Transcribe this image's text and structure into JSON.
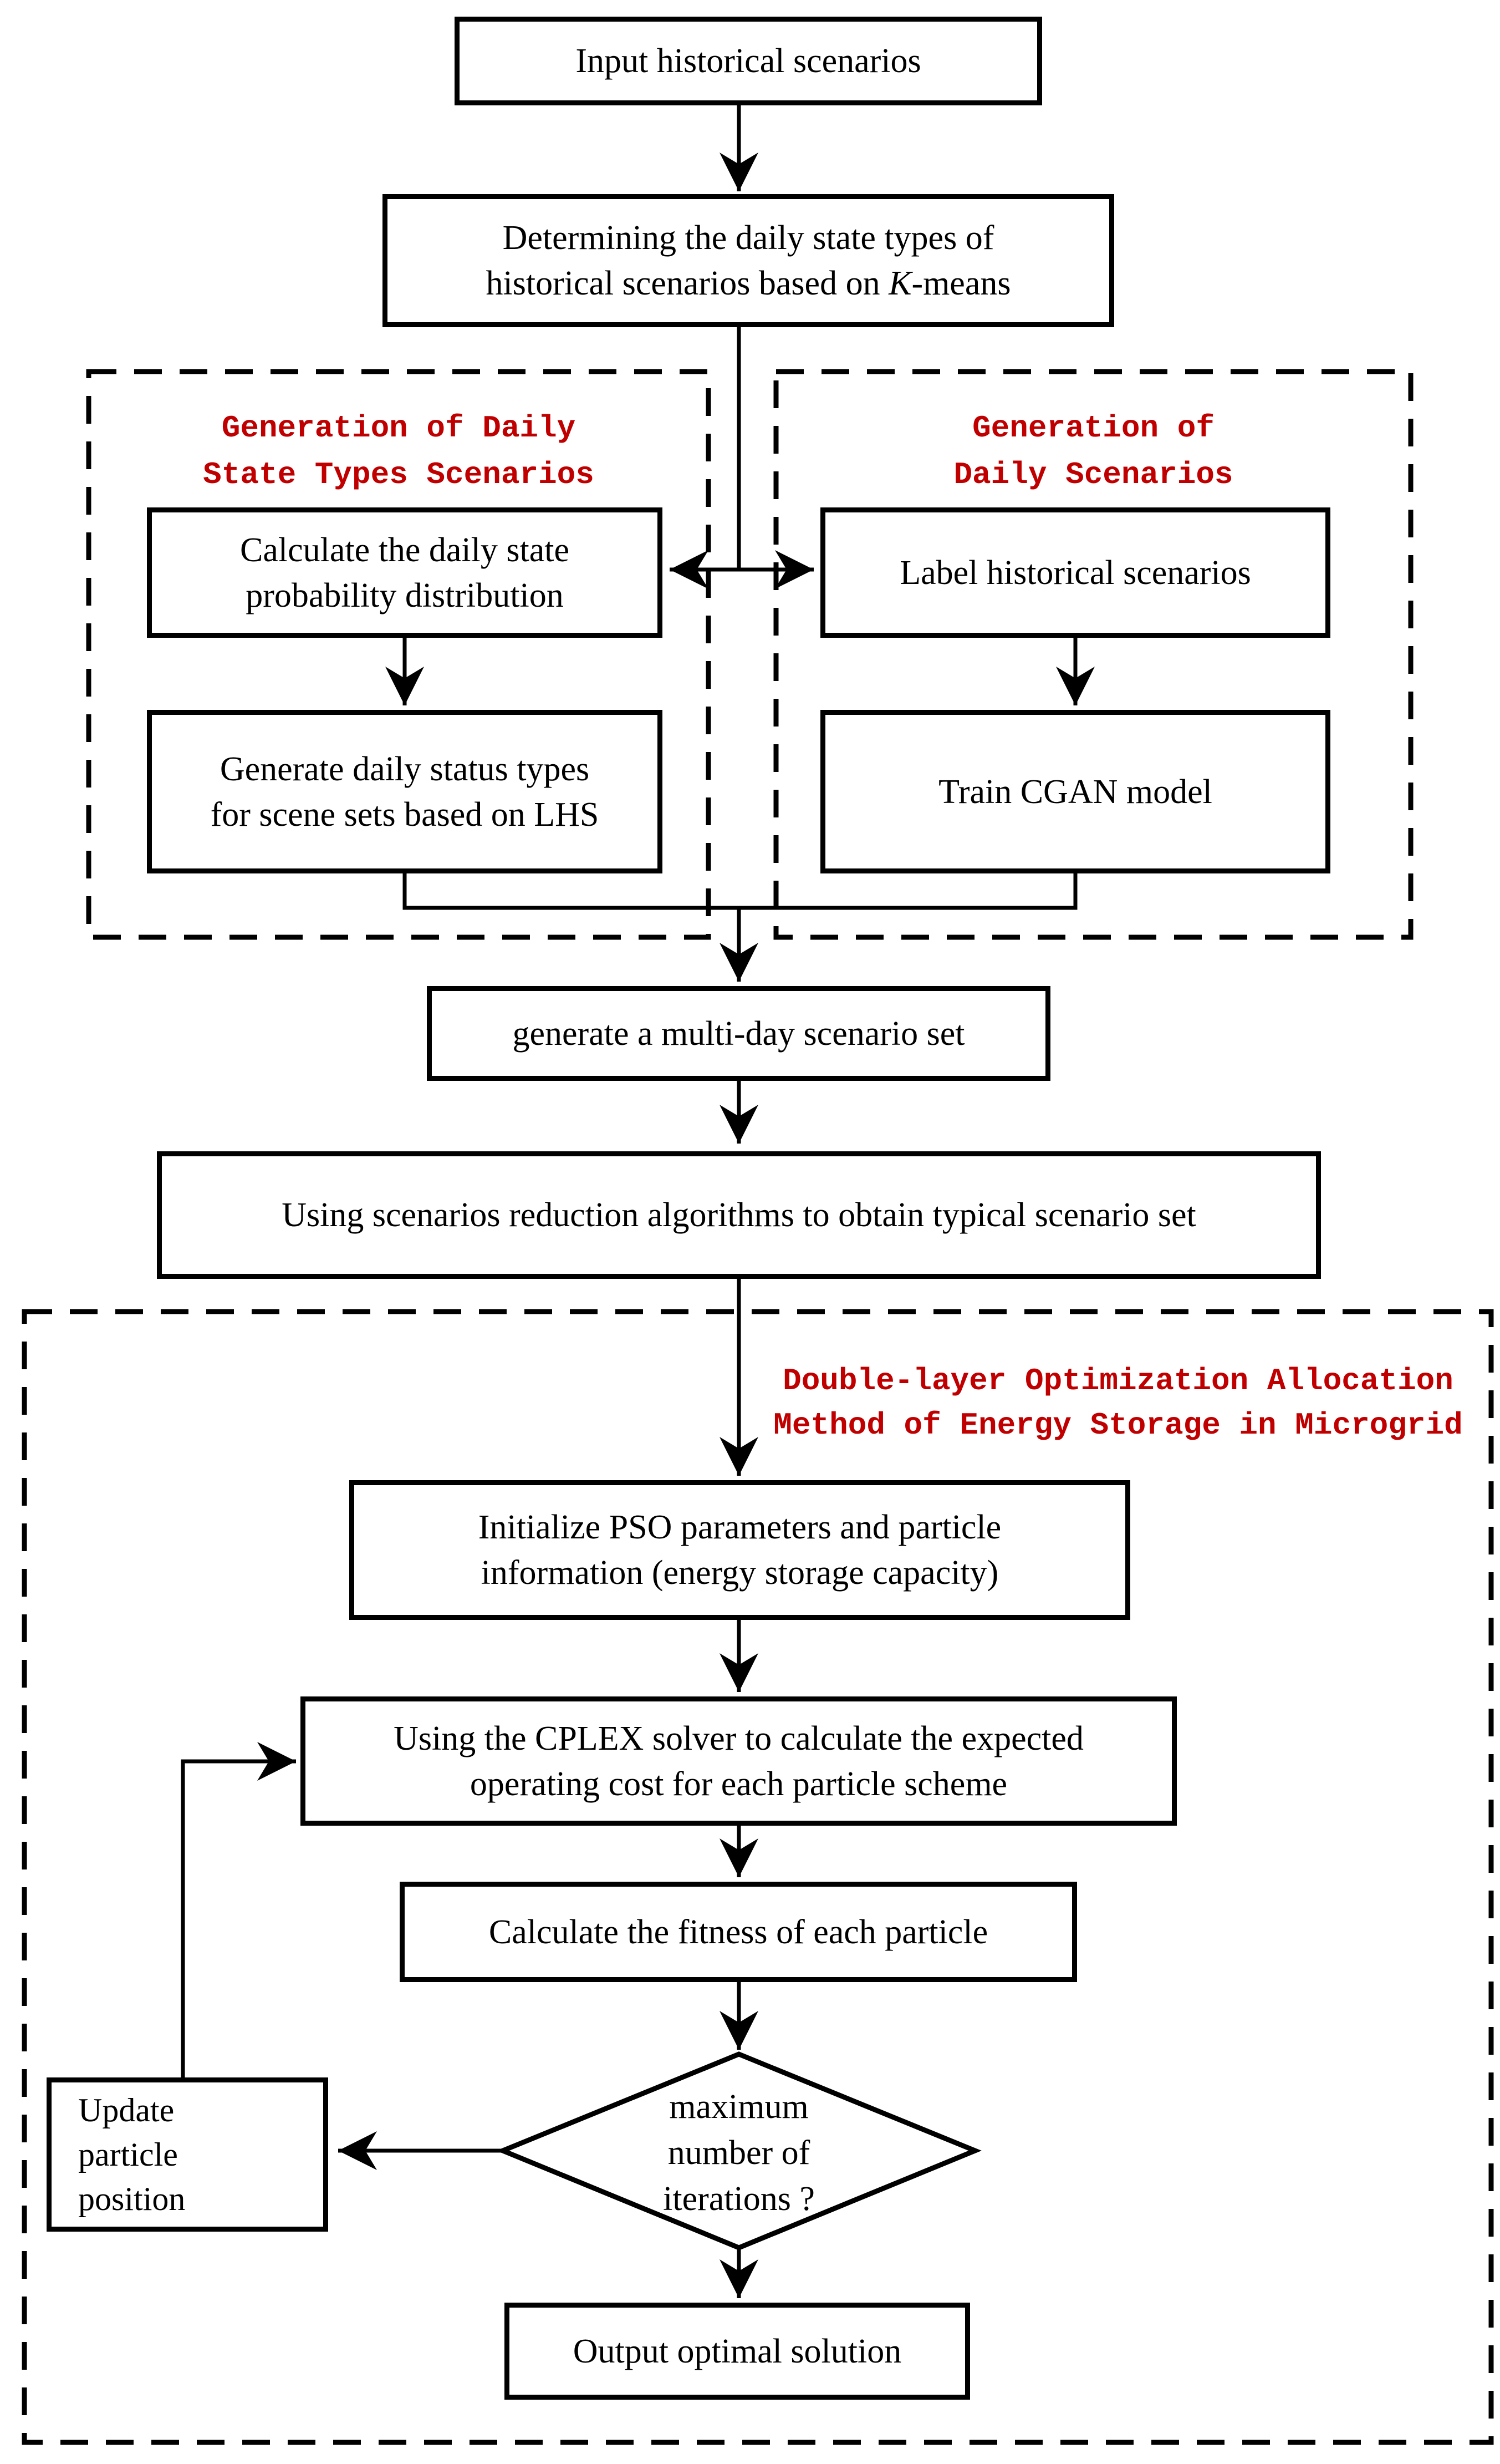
{
  "colors": {
    "accent_red": "#c00000",
    "line_black": "#000000",
    "background": "#ffffff"
  },
  "nodes": {
    "input": {
      "label": "Input historical scenarios"
    },
    "kmeans": {
      "line1": "Determining the daily state types of",
      "line2_pre": "historical scenarios based on ",
      "line2_italic": "K",
      "line2_post": "-means"
    },
    "group_state_types": {
      "title_line1": "Generation of Daily",
      "title_line2": "State Types Scenarios"
    },
    "group_daily": {
      "title_line1": "Generation of",
      "title_line2": "Daily Scenarios"
    },
    "calc_prob": {
      "line1": "Calculate the daily state",
      "line2": "probability distribution"
    },
    "label_hist": {
      "label": "Label historical scenarios"
    },
    "gen_daily_status": {
      "line1": "Generate daily status types",
      "line2": "for scene sets based on LHS"
    },
    "train_cgan": {
      "label": "Train CGAN model"
    },
    "multi_day": {
      "label": "generate a multi-day scenario set"
    },
    "reduction": {
      "label": "Using scenarios reduction algorithms to obtain typical scenario set"
    },
    "double_layer": {
      "title_line1": "Double-layer Optimization Allocation",
      "title_line2": "Method of Energy Storage in Microgrid"
    },
    "init_pso": {
      "line1": "Initialize PSO parameters and particle",
      "line2": "information (energy storage capacity)"
    },
    "cplex": {
      "line1": "Using the CPLEX solver to calculate the expected",
      "line2": "operating cost for each particle scheme"
    },
    "fitness": {
      "label": "Calculate the fitness of each particle"
    },
    "decision": {
      "line1": "maximum",
      "line2": "number of",
      "line3": "iterations ?"
    },
    "update": {
      "line1": "Update",
      "line2": "particle",
      "line3": "position"
    },
    "output": {
      "label": "Output optimal solution"
    }
  }
}
